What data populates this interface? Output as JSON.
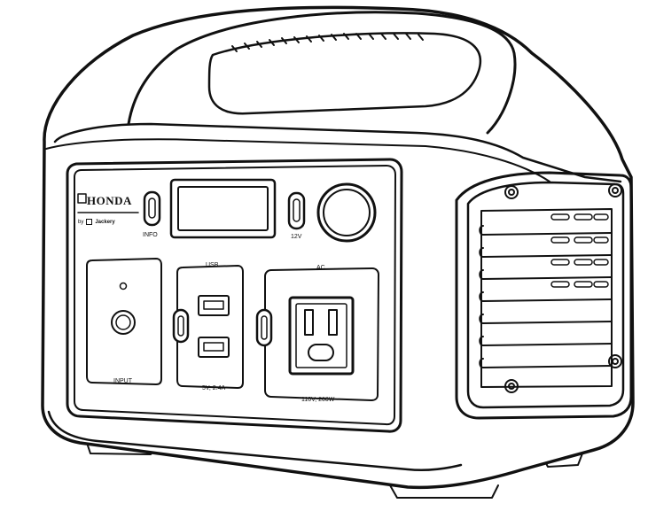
{
  "brand": {
    "name": "HONDA",
    "by": "by",
    "partner": "Jackery"
  },
  "labels": {
    "info": "INFO",
    "v12": "12V",
    "usb": "USB",
    "ac": "AC",
    "input": "INPUT",
    "usb_rating": "5V, 2.4A",
    "ac_rating": "110V, 200W"
  },
  "colors": {
    "line": "#111111",
    "background": "#ffffff"
  }
}
